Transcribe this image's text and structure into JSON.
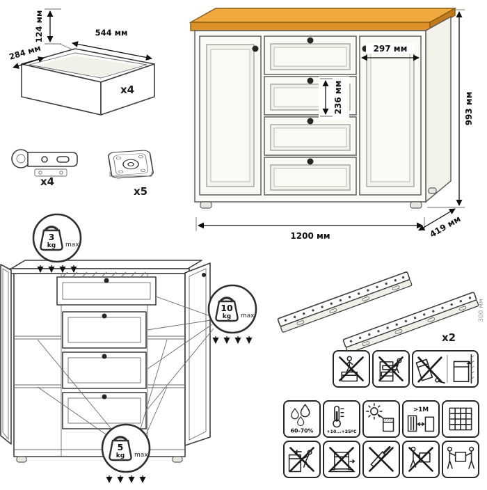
{
  "colors": {
    "wood_top": "#EFA93E",
    "wood_front": "#DD8F28",
    "wood_side": "#C17A1C",
    "outline": "#3C3C3C",
    "body_fill": "#FBFBF7"
  },
  "drawer_kit": {
    "count": "x4",
    "dim_height": "124 мм",
    "dim_width": "544 мм",
    "dim_depth": "284 мм"
  },
  "hardware": {
    "hinge_count": "x4",
    "plate_count": "x5"
  },
  "dresser": {
    "dim_door_width": "297 мм",
    "dim_drawer_height": "236 мм",
    "dim_height": "993 мм",
    "dim_width": "1200 мм",
    "dim_depth": "419 мм"
  },
  "load_limits": {
    "top": {
      "value": "3",
      "unit": "kg",
      "label": "max"
    },
    "drawer": {
      "value": "10",
      "unit": "kg",
      "label": "max"
    },
    "shelf": {
      "value": "5",
      "unit": "kg",
      "label": "max"
    }
  },
  "slides": {
    "count": "x2",
    "length": "300 мм"
  },
  "care_icons": {
    "humidity": "60-70%",
    "temperature": "+10...+25ºС",
    "distance": ">1M"
  }
}
